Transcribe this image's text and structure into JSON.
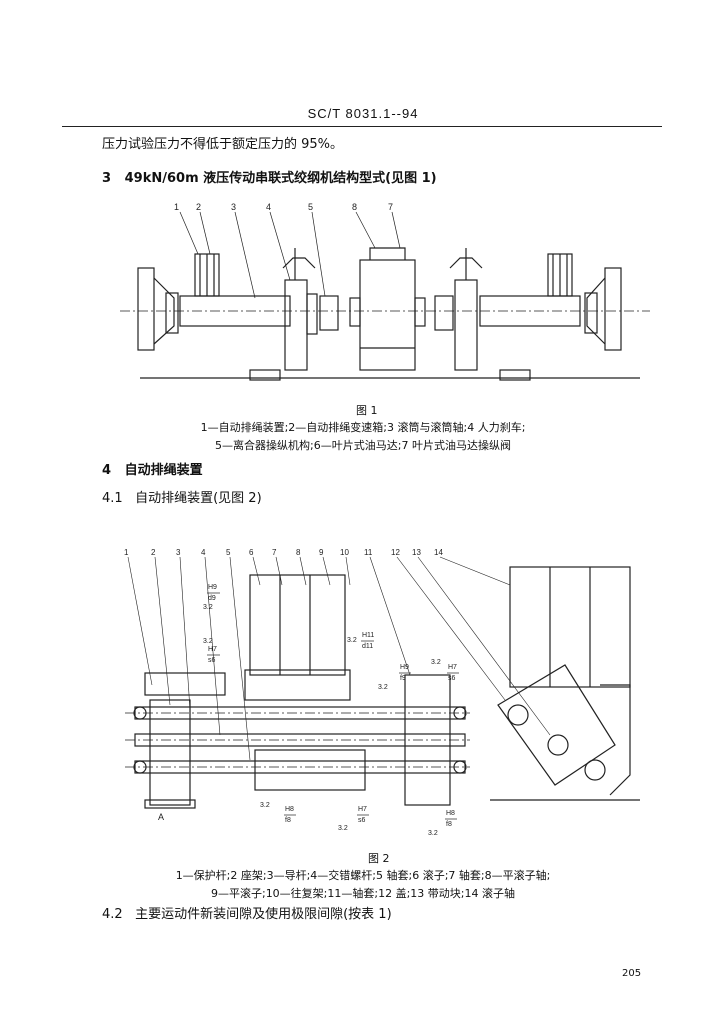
{
  "header": {
    "standard_no": "SC/T 8031.1--94"
  },
  "paragraph_1": "压力试验压力不得低于额定压力的 95%。",
  "section_3": {
    "number": "3",
    "title": "49kN/60m 液压传动串联式绞纲机结构型式(见图 1)"
  },
  "figure_1": {
    "callouts": [
      "1",
      "2",
      "3",
      "4",
      "5",
      "8",
      "7"
    ],
    "caption": "图 1",
    "legend_line1": "1—自动排绳装置;2—自动排绳变速箱;3  滚筒与滚筒轴;4  人力刹车;",
    "legend_line2": "5—离合器操纵机构;6—叶片式油马达;7  叶片式油马达操纵阀"
  },
  "section_4": {
    "number": "4",
    "title": "自动排绳装置"
  },
  "section_4_1": {
    "number": "4.1",
    "title": "自动排绳装置(见图 2)"
  },
  "figure_2": {
    "callouts": [
      "1",
      "2",
      "3",
      "4",
      "5",
      "6",
      "7",
      "8",
      "9",
      "10",
      "11",
      "12",
      "13",
      "14"
    ],
    "fit_labels": {
      "f1_top": "H9",
      "f1_bot": "d9",
      "f2_top": "H7",
      "f2_bot": "s6",
      "f3_top": "H11",
      "f3_bot": "d11",
      "f4_top": "H9",
      "f4_bot": "f9",
      "f5_top": "H7",
      "f5_bot": "s6",
      "f6_top": "H8",
      "f6_bot": "f8",
      "f7_top": "H7",
      "f7_bot": "s6",
      "f8_top": "H8",
      "f8_bot": "f8"
    },
    "roughness": "3.2",
    "view_label": "A",
    "caption": "图 2",
    "legend_line1": "1—保护杆;2  座架;3—导杆;4—交错螺杆;5  轴套;6  滚子;7  轴套;8—平滚子轴;",
    "legend_line2": "9—平滚子;10—往复架;11—轴套;12  盖;13  带动块;14  滚子轴"
  },
  "section_4_2": {
    "number": "4.2",
    "title": "主要运动件新装间隙及使用极限间隙(按表 1)"
  },
  "page_number": "205"
}
